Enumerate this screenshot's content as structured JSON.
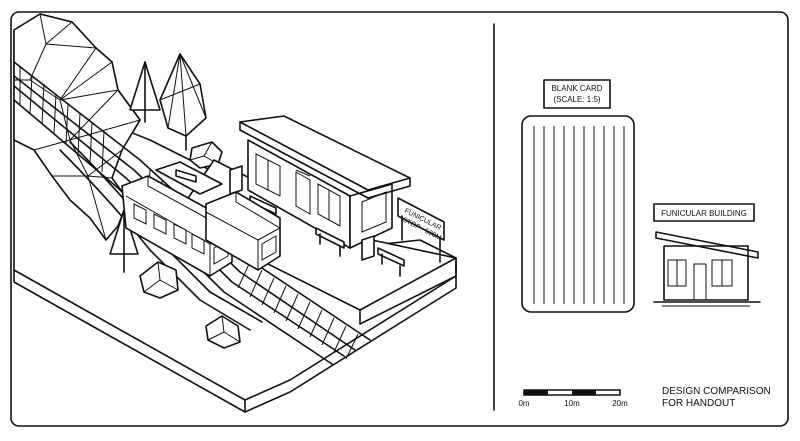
{
  "card": {
    "label_line1": "BLANK CARD",
    "label_line2": "(SCALE: 1:5)"
  },
  "building": {
    "label": "FUNICULAR BUILDING"
  },
  "station_sign": {
    "line1": "FUNICULAR",
    "line2": "STOP - 500M"
  },
  "scale_bar": {
    "labels": [
      "0m",
      "10m",
      "20m"
    ]
  },
  "caption": {
    "line1": "DESIGN COMPARISON",
    "line2": "FOR HANDOUT"
  },
  "colors": {
    "ink": "#111111",
    "paper": "#ffffff"
  }
}
